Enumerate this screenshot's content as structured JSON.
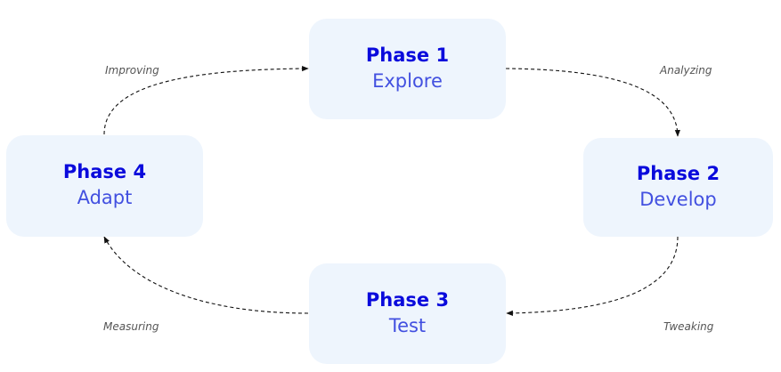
{
  "phases": [
    {
      "title": "Phase 1",
      "name": "Explore"
    },
    {
      "title": "Phase 2",
      "name": "Develop"
    },
    {
      "title": "Phase 3",
      "name": "Test"
    },
    {
      "title": "Phase 4",
      "name": "Adapt"
    }
  ],
  "edges": [
    {
      "label": "Analyzing"
    },
    {
      "label": "Tweaking"
    },
    {
      "label": "Measuring"
    },
    {
      "label": "Improving"
    }
  ],
  "colors": {
    "box_background": "#eef5fd",
    "phase_title": "#0a0adc",
    "phase_name": "#4250e0",
    "edge_label": "#555555",
    "arrow": "#111111"
  }
}
